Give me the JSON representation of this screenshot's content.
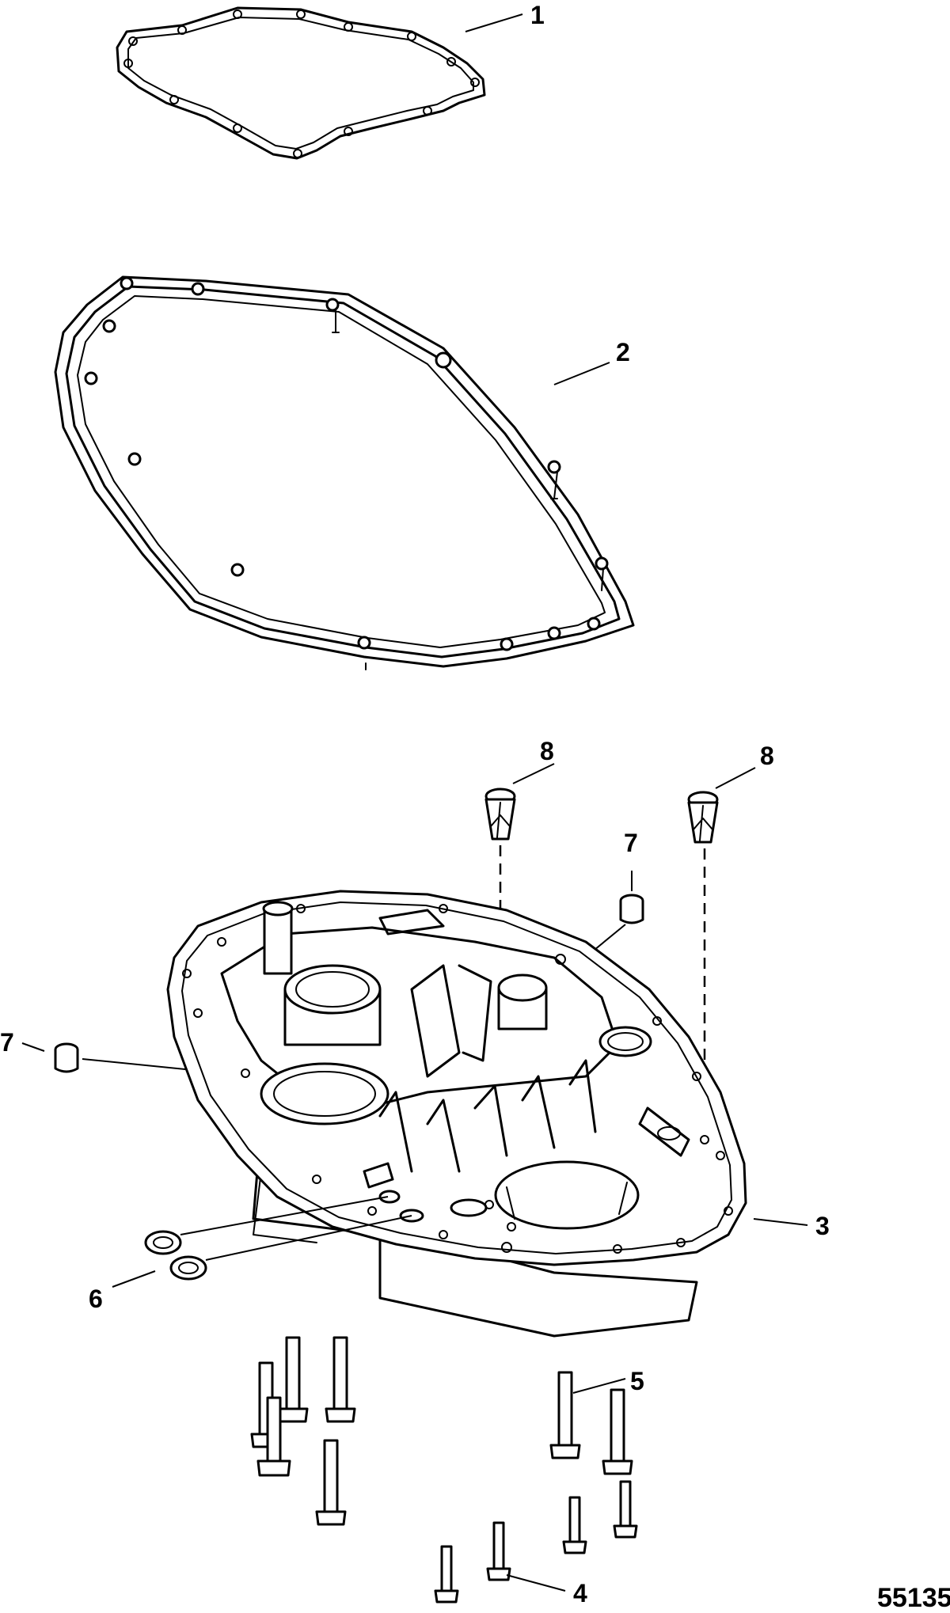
{
  "callouts": [
    {
      "id": "c1",
      "text": "1"
    },
    {
      "id": "c2",
      "text": "2"
    },
    {
      "id": "c3",
      "text": "3"
    },
    {
      "id": "c4",
      "text": "4"
    },
    {
      "id": "c5",
      "text": "5"
    },
    {
      "id": "c6",
      "text": "6"
    },
    {
      "id": "c7a",
      "text": "7"
    },
    {
      "id": "c7b",
      "text": "7"
    },
    {
      "id": "c8a",
      "text": "8"
    },
    {
      "id": "c8b",
      "text": "8"
    }
  ],
  "figure_id": "55135",
  "colors": {
    "line": "#000000",
    "background": "#ffffff"
  }
}
